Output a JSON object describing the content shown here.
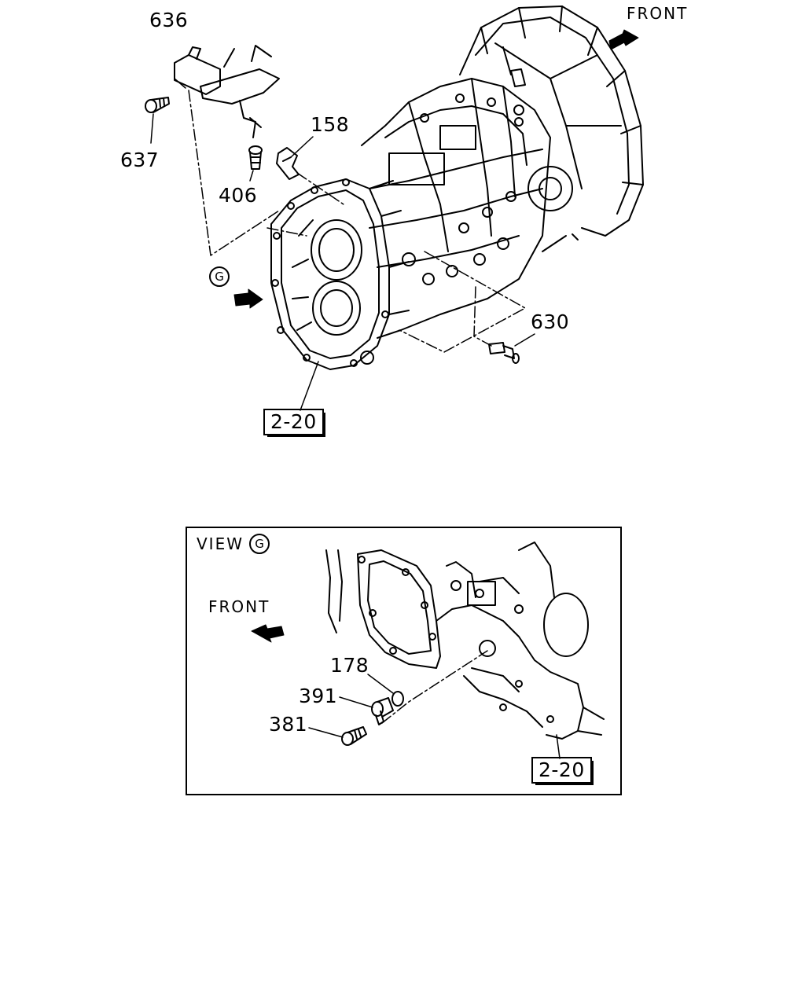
{
  "main_view": {
    "front_label": "FRONT",
    "view_marker": "G",
    "callouts": [
      "636",
      "637",
      "158",
      "406",
      "630"
    ],
    "ref_label": "2-20"
  },
  "detail_view": {
    "view_prefix": "VIEW",
    "view_marker": "G",
    "front_label": "FRONT",
    "callouts": [
      "178",
      "391",
      "381"
    ],
    "ref_label": "2-20"
  },
  "colors": {
    "line": "#000000",
    "background": "#ffffff"
  }
}
